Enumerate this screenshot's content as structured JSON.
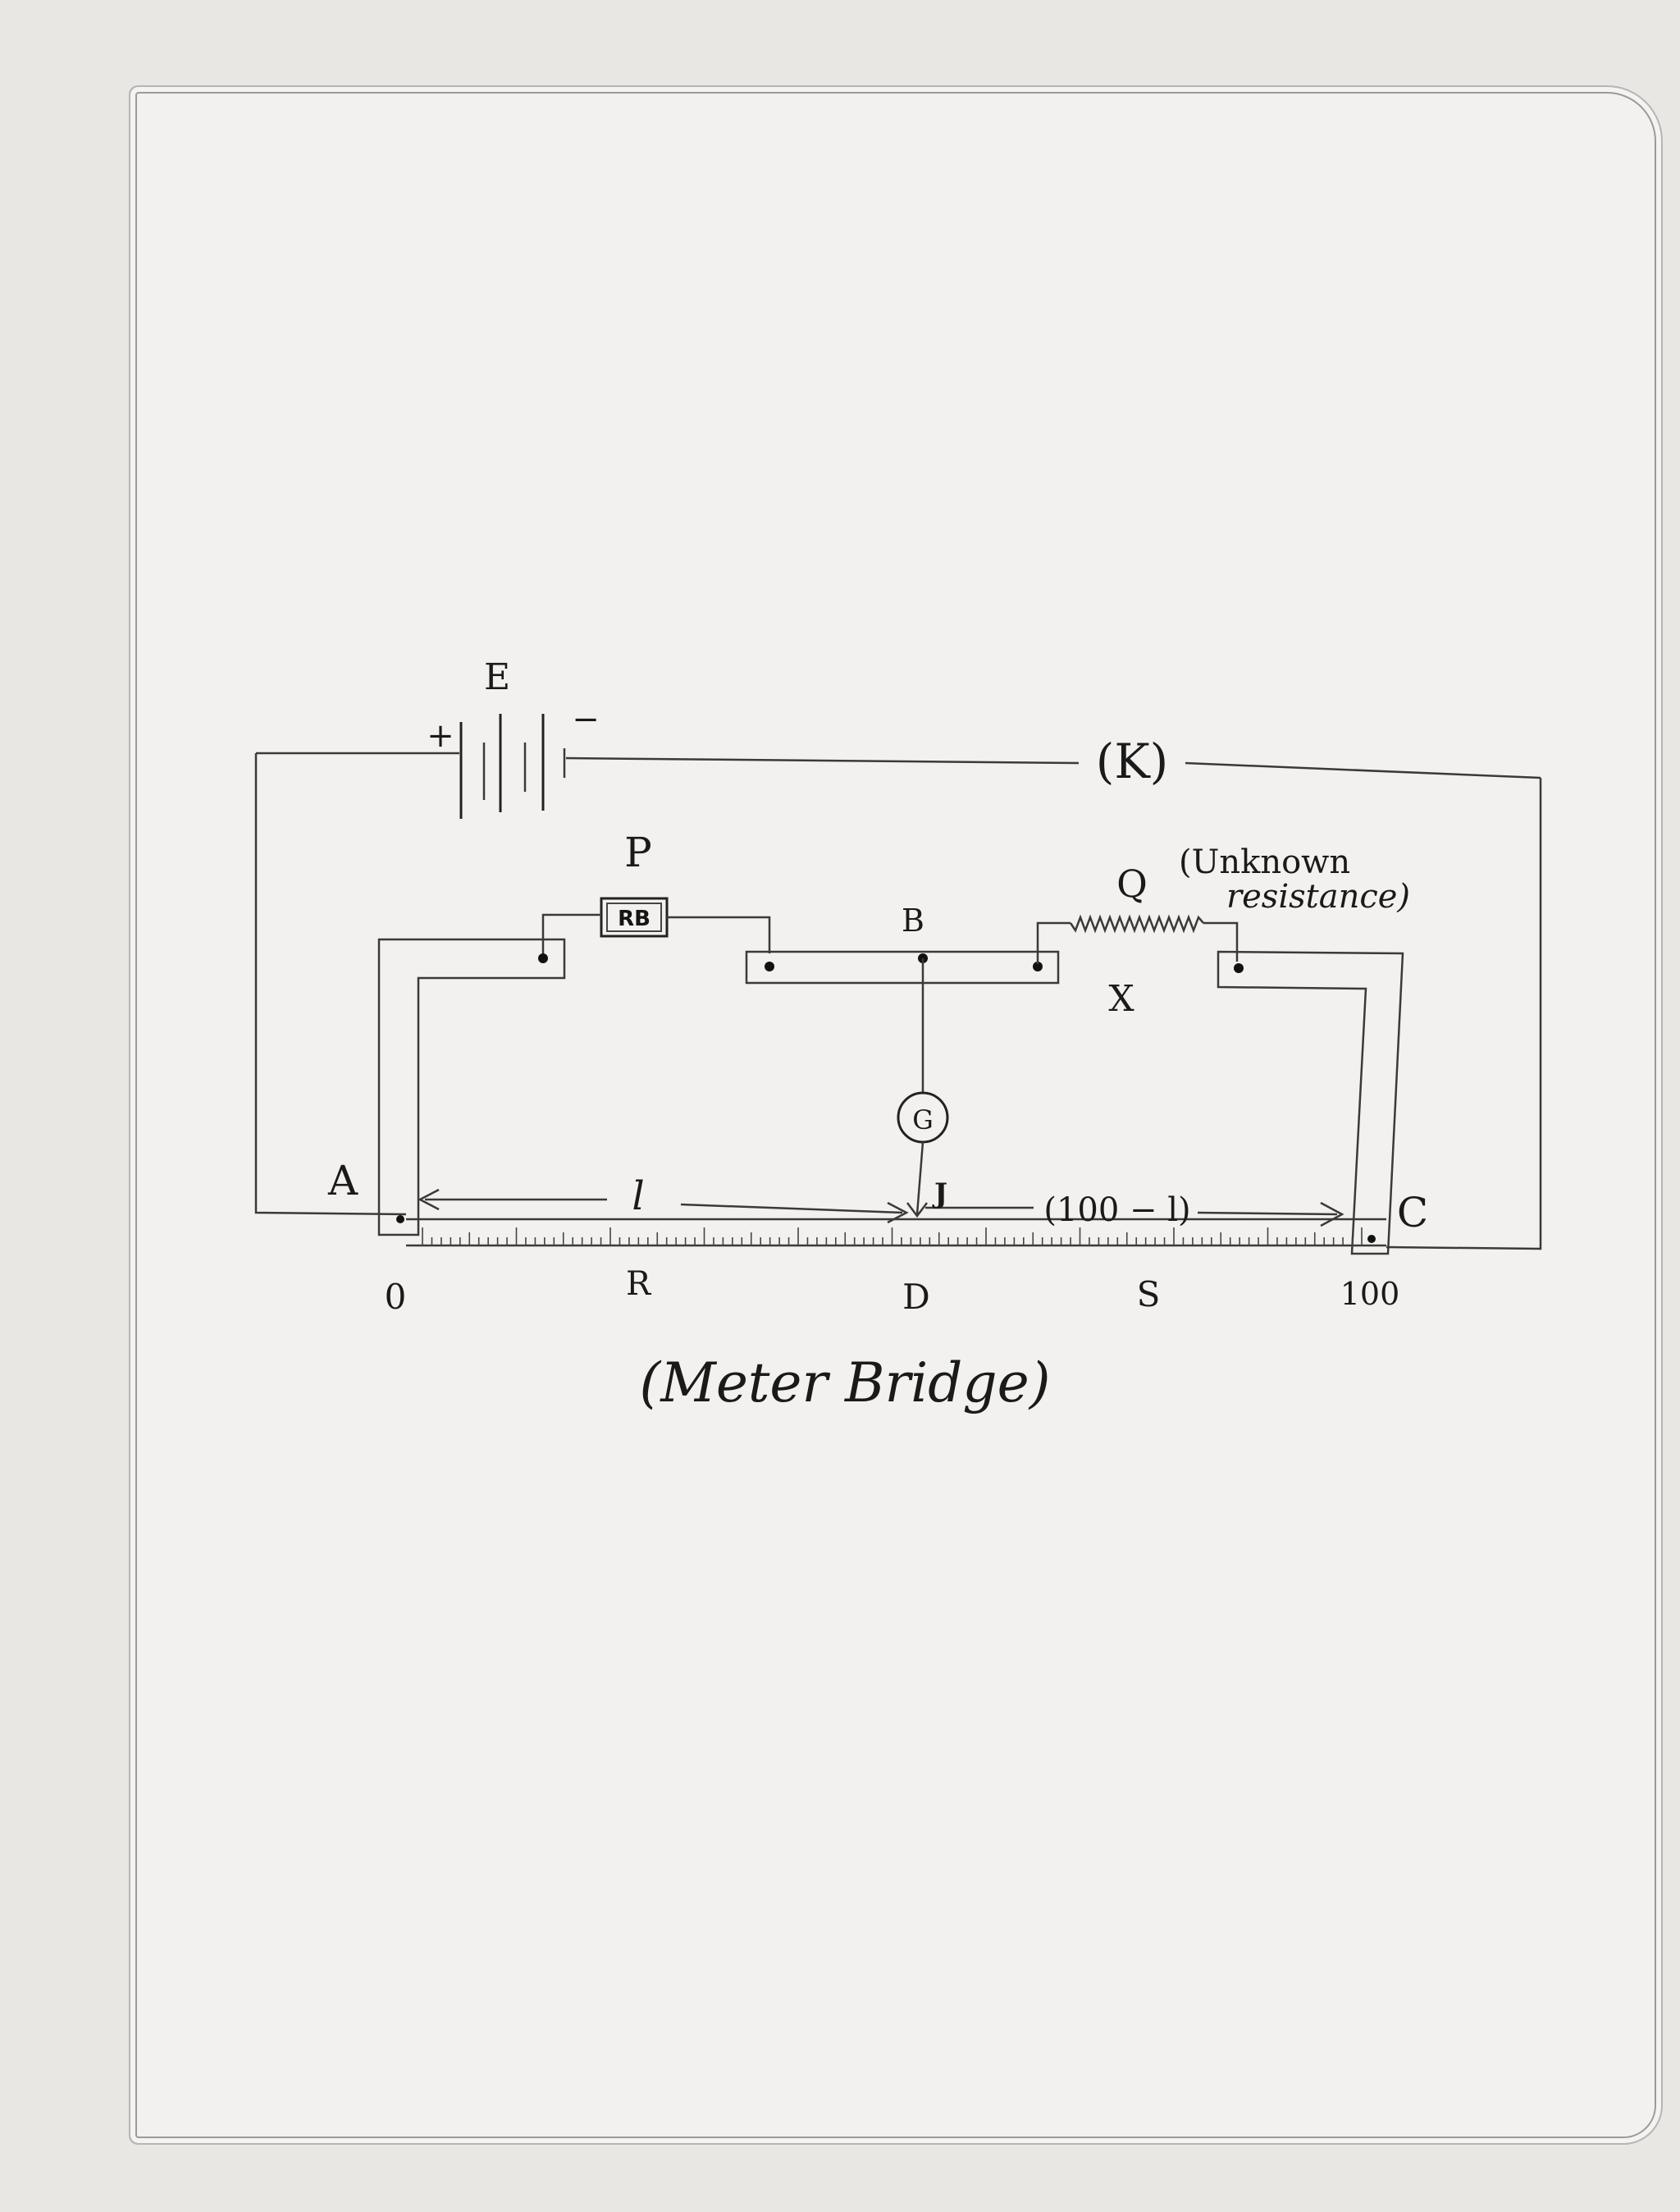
{
  "diagram": {
    "battery_label": "E",
    "battery_plus": "+",
    "battery_minus": "−",
    "key_label": "(K)",
    "resistor_p_label": "P",
    "resistance_box_label": "RB",
    "node_b_label": "B",
    "resistor_q_label": "Q",
    "unknown_note_line1": "(Unknown",
    "unknown_note_line2": "resistance)",
    "gap_x_label": "X",
    "galvanometer_label": "G",
    "end_a_label": "A",
    "end_c_label": "C",
    "jockey_label": "J",
    "length_l_label": "l",
    "length_rest_label": "(100 − l)",
    "scale_zero": "0",
    "scale_hundred": "100",
    "point_r_label": "R",
    "point_d_label": "D",
    "point_s_label": "S",
    "caption": "(Meter Bridge)"
  }
}
